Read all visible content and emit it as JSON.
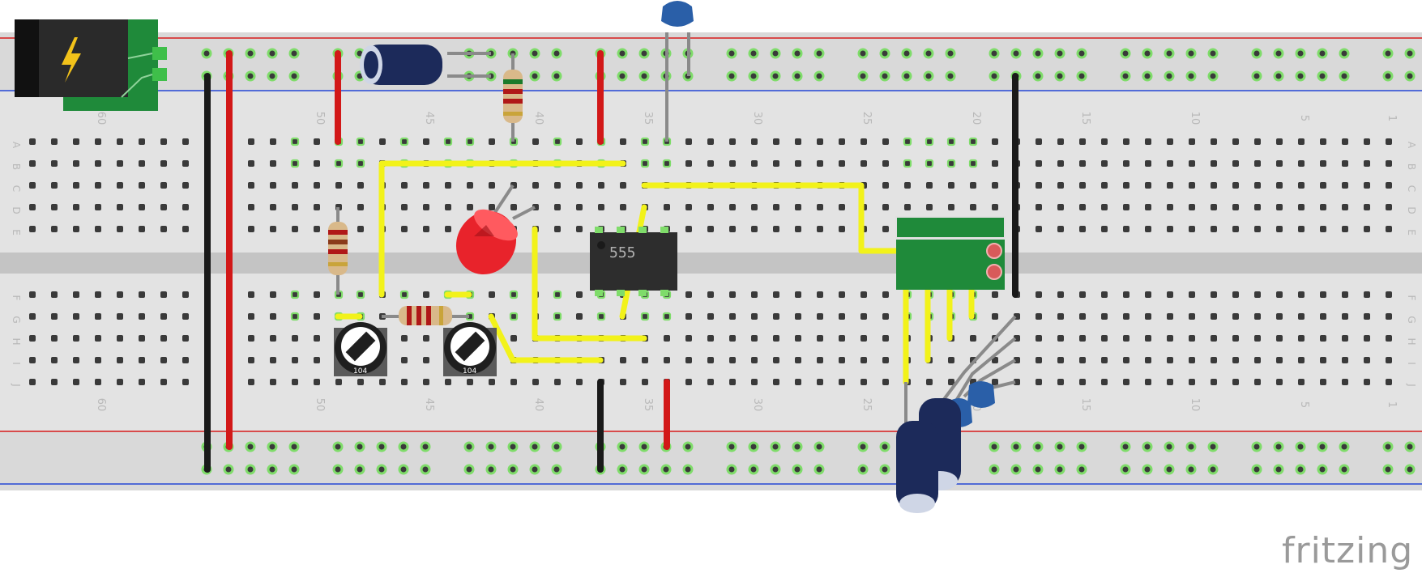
{
  "breadboard": {
    "columns": 63,
    "top_numbers": [
      {
        "col": 60,
        "label": "60"
      },
      {
        "col": 50,
        "label": "50"
      },
      {
        "col": 45,
        "label": "45"
      },
      {
        "col": 40,
        "label": "40"
      },
      {
        "col": 35,
        "label": "35"
      },
      {
        "col": 30,
        "label": "30"
      },
      {
        "col": 25,
        "label": "25"
      },
      {
        "col": 20,
        "label": "20"
      },
      {
        "col": 15,
        "label": "15"
      },
      {
        "col": 10,
        "label": "10"
      },
      {
        "col": 5,
        "label": "5"
      },
      {
        "col": 1,
        "label": "1"
      }
    ],
    "bottom_numbers": [
      {
        "col": 60,
        "label": "60"
      },
      {
        "col": 50,
        "label": "50"
      },
      {
        "col": 45,
        "label": "45"
      },
      {
        "col": 40,
        "label": "40"
      },
      {
        "col": 35,
        "label": "35"
      },
      {
        "col": 30,
        "label": "30"
      },
      {
        "col": 25,
        "label": "25"
      },
      {
        "col": 20,
        "label": "20"
      },
      {
        "col": 15,
        "label": "15"
      },
      {
        "col": 10,
        "label": "10"
      },
      {
        "col": 5,
        "label": "5"
      },
      {
        "col": 1,
        "label": "1"
      }
    ],
    "rows_top": [
      "A",
      "B",
      "C",
      "D",
      "E"
    ],
    "rows_bottom": [
      "F",
      "G",
      "H",
      "I",
      "J"
    ]
  },
  "ic": {
    "label": "555"
  },
  "potentiometers": [
    {
      "label": "104"
    },
    {
      "label": "104"
    }
  ],
  "brand": {
    "text": "fritzing"
  },
  "colors": {
    "rail_red": "#d81c1c",
    "rail_blue": "#2447d6",
    "wire_yellow": "#f2f21a",
    "wire_red": "#d21818",
    "wire_black": "#1a1a1a",
    "pcb_green": "#1f8a3a",
    "led_red": "#e8232b",
    "cap_blue": "#1c2a5a"
  }
}
